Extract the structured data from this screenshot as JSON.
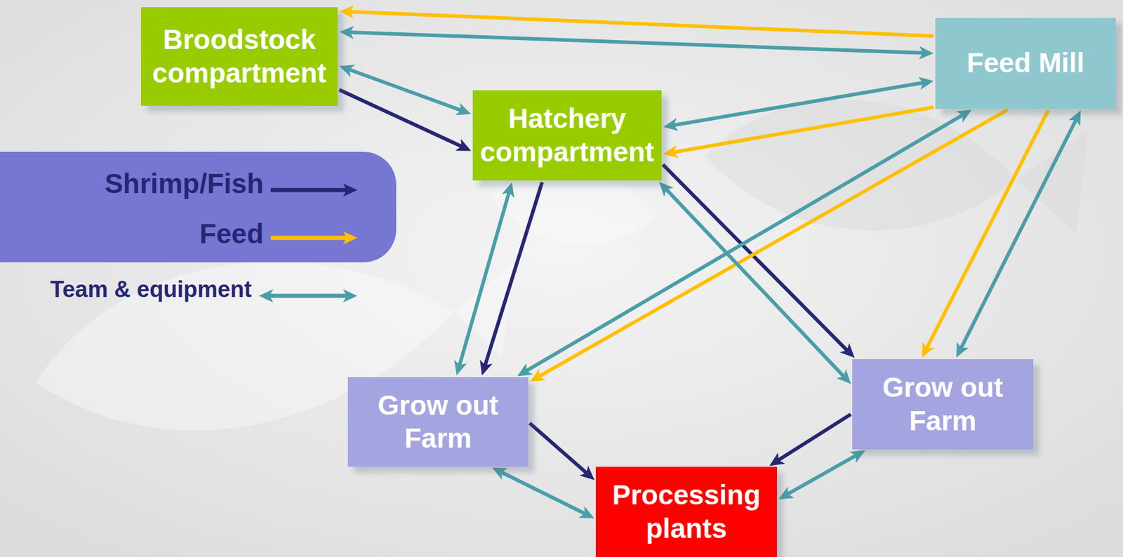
{
  "diagram": {
    "nodes": [
      {
        "text": [
          "Broodstock compartment"
        ]
      },
      {
        "text": [
          "Feed Mill"
        ]
      },
      {
        "text": [
          "Hatchery compartment"
        ]
      },
      {
        "text": [
          "Grow out Farm"
        ]
      },
      {
        "text": [
          "Grow out Farm"
        ]
      },
      {
        "text": [
          "Processing plants"
        ]
      }
    ],
    "edges": [
      {
        "from": 0,
        "to": 2,
        "arrow": "to"
      },
      {
        "from": 2,
        "to": 3,
        "arrow": "to"
      },
      {
        "from": 2,
        "to": 4,
        "arrow": "to"
      },
      {
        "from": 3,
        "to": 5,
        "arrow": "to"
      },
      {
        "from": 4,
        "to": 5,
        "arrow": "to"
      },
      {
        "from": 1,
        "to": 0,
        "arrow": "to"
      },
      {
        "from": 1,
        "to": 2,
        "arrow": "to"
      },
      {
        "from": 1,
        "to": 3,
        "arrow": "to"
      },
      {
        "from": 1,
        "to": 4,
        "arrow": "to"
      },
      {
        "from": 0,
        "to": 1,
        "arrow": "both"
      },
      {
        "from": 0,
        "to": 2,
        "arrow": "both"
      },
      {
        "from": 2,
        "to": 1,
        "arrow": "both"
      },
      {
        "from": 2,
        "to": 3,
        "arrow": "both"
      },
      {
        "from": 2,
        "to": 4,
        "arrow": "both"
      },
      {
        "from": 1,
        "to": 3,
        "arrow": "both"
      },
      {
        "from": 1,
        "to": 4,
        "arrow": "both"
      },
      {
        "from": 3,
        "to": 5,
        "arrow": "both"
      },
      {
        "from": 4,
        "to": 5,
        "arrow": "both"
      }
    ],
    "legend": [
      {
        "text": "Shrimp/Fish"
      },
      {
        "text": "Feed"
      },
      {
        "text": "Team & equipment"
      }
    ]
  }
}
